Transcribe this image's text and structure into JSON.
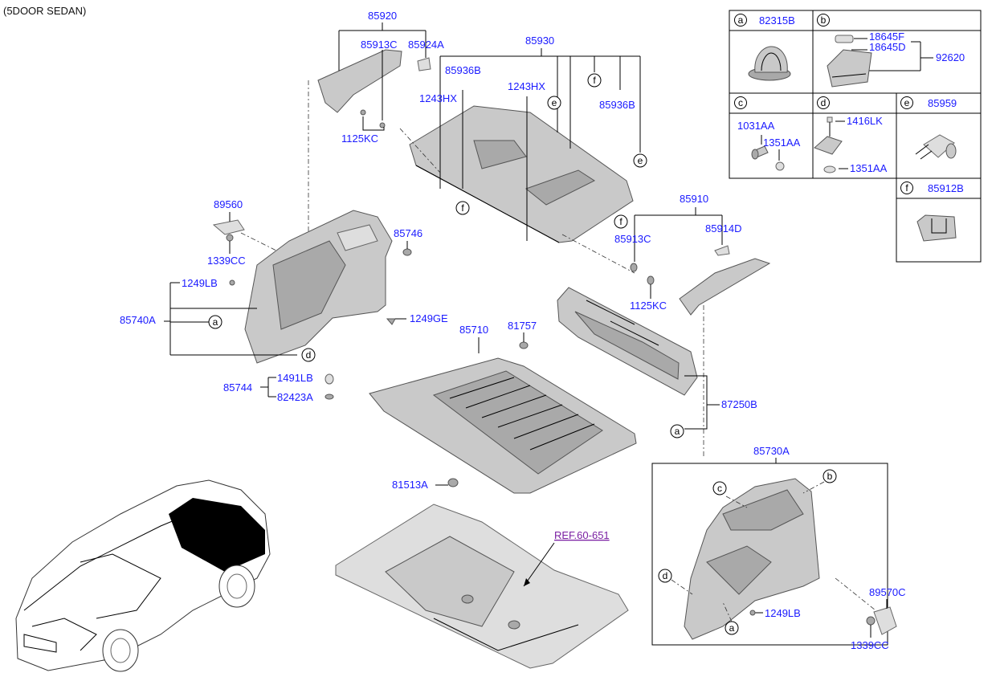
{
  "title": "(5DOOR SEDAN)",
  "ref_label": "REF.60-651",
  "legend": {
    "a": {
      "letter": "a",
      "part": "82315B"
    },
    "b": {
      "letter": "b",
      "parts": [
        "18645F",
        "18645D",
        "92620"
      ]
    },
    "c": {
      "letter": "c",
      "parts": [
        "1031AA",
        "1351AA"
      ]
    },
    "d": {
      "letter": "d",
      "parts": [
        "1416LK",
        "1351AA"
      ]
    },
    "e": {
      "letter": "e",
      "part": "85959"
    },
    "f": {
      "letter": "f",
      "part": "85912B"
    }
  },
  "labels": {
    "l85920": "85920",
    "l85913C_top": "85913C",
    "l85924A": "85924A",
    "l85930": "85930",
    "l85936B_a": "85936B",
    "l1243HX_a": "1243HX",
    "l1243HX_b": "1243HX",
    "l85936B_b": "85936B",
    "l1125KC_top": "1125KC",
    "l89560": "89560",
    "l1339CC_left": "1339CC",
    "l85746": "85746",
    "l1249LB_left": "1249LB",
    "l85740A": "85740A",
    "l1249GE": "1249GE",
    "l85744": "85744",
    "l1491LB": "1491LB",
    "l82423A": "82423A",
    "l85710": "85710",
    "l81757": "81757",
    "l85910": "85910",
    "l85913C_right": "85913C",
    "l85914D": "85914D",
    "l1125KC_right": "1125KC",
    "l87250B": "87250B",
    "l85730A": "85730A",
    "l81513A": "81513A",
    "l89570C": "89570C",
    "l1249LB_right": "1249LB",
    "l1339CC_right": "1339CC"
  },
  "callouts": {
    "a": "a",
    "b": "b",
    "c": "c",
    "d": "d",
    "e": "e",
    "f": "f"
  }
}
